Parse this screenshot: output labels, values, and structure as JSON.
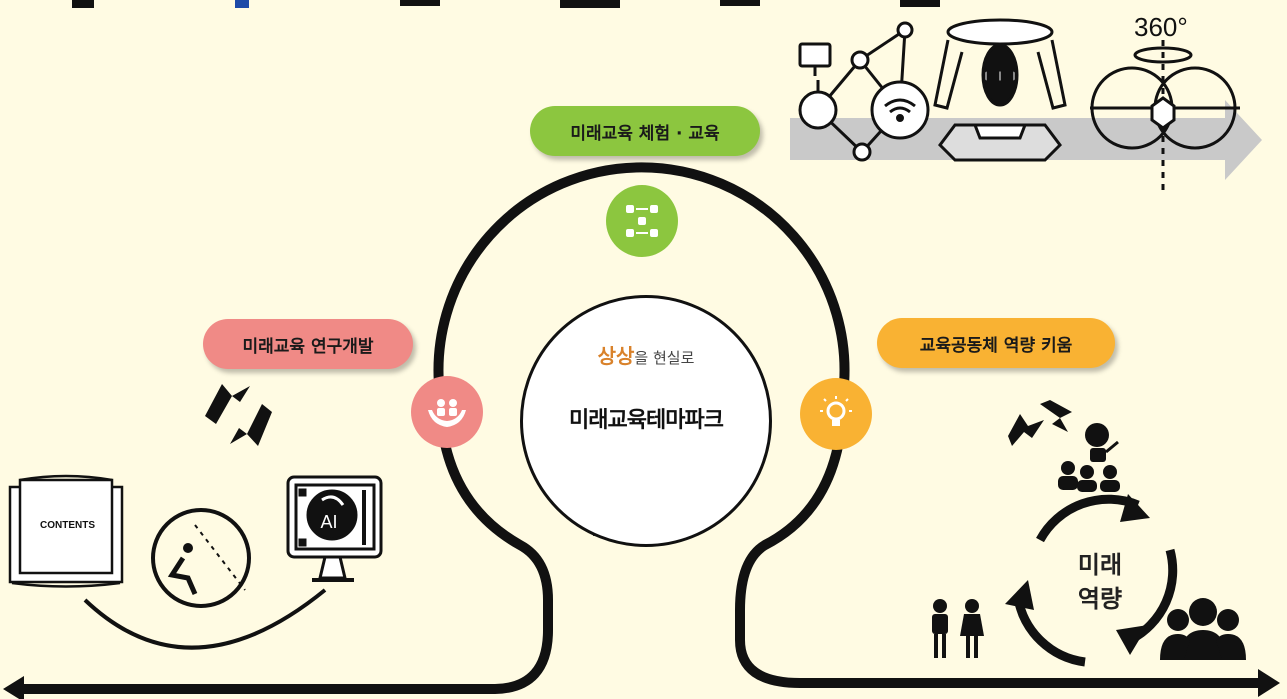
{
  "labels": {
    "experience": "미래교육 체험 · 교육",
    "research": "미래교육 연구개발",
    "community": "교육공동체 역량 키움",
    "future_line1": "미래",
    "future_line2": "역량",
    "rotation": "360°",
    "contents": "CONTENTS",
    "ai": "AI"
  },
  "center": {
    "brand_part1": "상상",
    "brand_part2": "을 현실로",
    "title": "미래교육테마파크"
  },
  "colors": {
    "background": "#fffbe3",
    "green": "#8cc63f",
    "pink": "#f08a86",
    "orange": "#f9b233",
    "line": "#111111",
    "arrow_band": "#c9c9c9"
  },
  "icons": {
    "experience": "network-nodes-icon",
    "research": "hands-with-people-icon",
    "community": "lightbulb-gear-icon"
  }
}
